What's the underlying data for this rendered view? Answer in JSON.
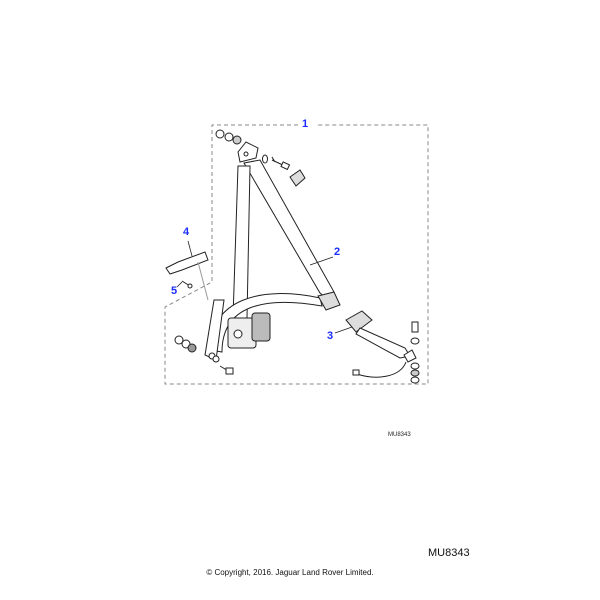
{
  "diagram": {
    "callouts": [
      "1",
      "2",
      "3",
      "4",
      "5"
    ],
    "reference_small": "MU8343",
    "reference_large": "MU8343",
    "copyright": "© Copyright, 2016. Jaguar Land Rover Limited.",
    "callout_color": "#1a2cff"
  }
}
